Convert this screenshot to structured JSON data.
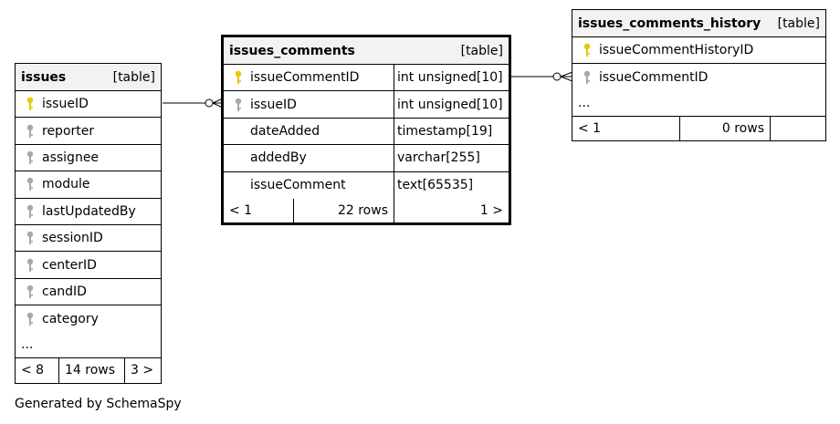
{
  "tables": {
    "issues": {
      "name": "issues",
      "kind": "[table]",
      "columns": [
        "issueID",
        "reporter",
        "assignee",
        "module",
        "lastUpdatedBy",
        "sessionID",
        "centerID",
        "candID",
        "category"
      ],
      "more": "...",
      "footer": {
        "left": "< 8",
        "mid": "14 rows",
        "right": "3 >"
      }
    },
    "issues_comments": {
      "name": "issues_comments",
      "kind": "[table]",
      "columns": [
        {
          "name": "issueCommentID",
          "type": "int unsigned[10]"
        },
        {
          "name": "issueID",
          "type": "int unsigned[10]"
        },
        {
          "name": "dateAdded",
          "type": "timestamp[19]"
        },
        {
          "name": "addedBy",
          "type": "varchar[255]"
        },
        {
          "name": "issueComment",
          "type": "text[65535]"
        }
      ],
      "footer": {
        "left": "< 1",
        "mid": "22 rows",
        "right": "1 >"
      }
    },
    "issues_comments_history": {
      "name": "issues_comments_history",
      "kind": "[table]",
      "columns": [
        "issueCommentHistoryID",
        "issueCommentID"
      ],
      "more": "...",
      "footer": {
        "left": "< 1",
        "mid": "0 rows",
        "right": ""
      }
    }
  },
  "credit": "Generated by SchemaSpy",
  "colors": {
    "primary_key": "#e6c700",
    "foreign_key": "#a8a8a8",
    "header_bg": "#f2f2f2"
  }
}
